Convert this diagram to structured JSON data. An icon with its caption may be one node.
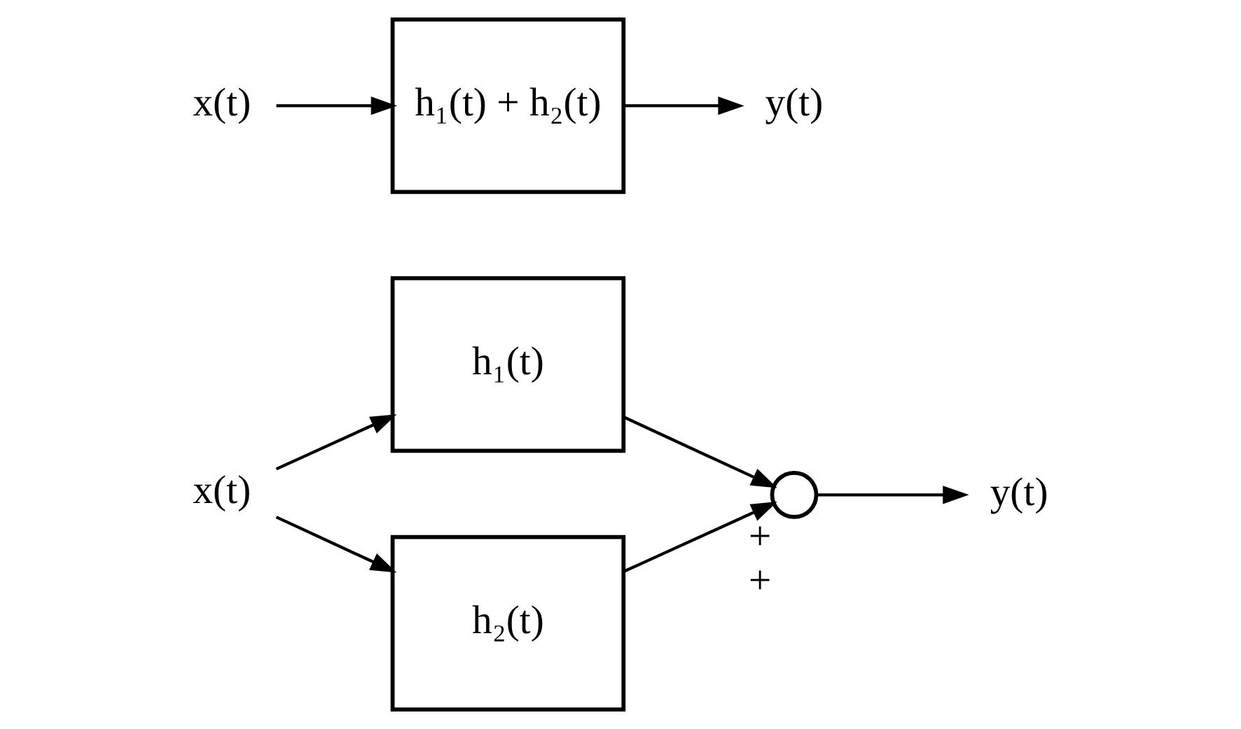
{
  "diagram": {
    "nodes": [
      {
        "text": [
          "x(t)"
        ]
      },
      {
        "text": [
          "h₁(t)"
        ]
      },
      {
        "text": [
          "h₂(t)"
        ]
      },
      {
        "text": [],
        "shape": "circle",
        "beside": [
          "+",
          "+"
        ]
      },
      {
        "text": [
          "y(t)"
        ]
      },
      {
        "text": [
          "x(t)"
        ]
      },
      {
        "text": [
          "h₁(t) + h₂(t)"
        ]
      },
      {
        "text": [
          "y(t)"
        ]
      }
    ],
    "edges": [
      {
        "from": 0,
        "to": 1,
        "arrow": "to"
      },
      {
        "from": 0,
        "to": 2,
        "arrow": "to"
      },
      {
        "from": 1,
        "to": 3,
        "arrow": "to"
      },
      {
        "from": 2,
        "to": 3,
        "arrow": "to"
      },
      {
        "from": 3,
        "to": 4,
        "arrow": "to"
      },
      {
        "from": 5,
        "to": 6,
        "arrow": "to"
      },
      {
        "from": 6,
        "to": 7,
        "arrow": "to"
      }
    ]
  }
}
